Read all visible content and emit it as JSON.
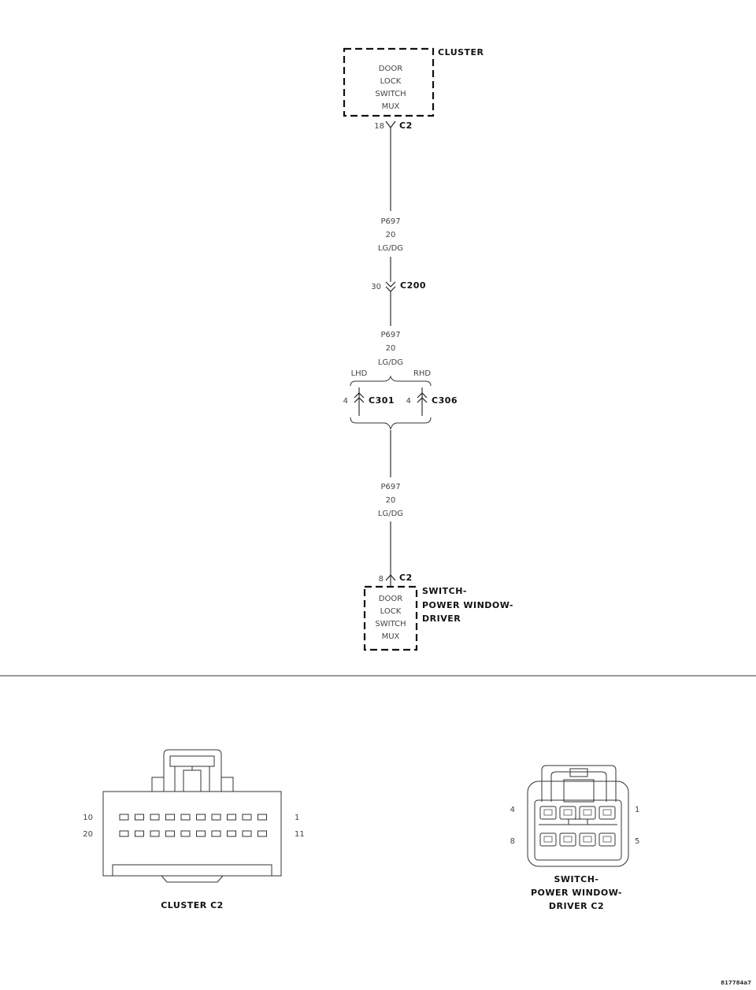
{
  "top_module": {
    "name": "CLUSTER",
    "lines": [
      "DOOR",
      "LOCK",
      "SWITCH",
      "MUX"
    ],
    "pin": "18",
    "connector": "C2"
  },
  "wire_labels": [
    {
      "circuit": "P697",
      "gauge": "20",
      "color": "LG/DG"
    },
    {
      "circuit": "P697",
      "gauge": "20",
      "color": "LG/DG"
    },
    {
      "circuit": "P697",
      "gauge": "20",
      "color": "LG/DG"
    }
  ],
  "inline_c200": {
    "pin": "30",
    "connector": "C200"
  },
  "branch": {
    "lhd": {
      "label": "LHD",
      "pin": "4",
      "connector": "C301"
    },
    "rhd": {
      "label": "RHD",
      "pin": "4",
      "connector": "C306"
    }
  },
  "bottom_module": {
    "name_lines": [
      "SWITCH-",
      "POWER WINDOW-",
      "DRIVER"
    ],
    "lines": [
      "DOOR",
      "LOCK",
      "SWITCH",
      "MUX"
    ],
    "pin": "8",
    "connector": "C2"
  },
  "connector_views": {
    "cluster": {
      "caption": "CLUSTER C2",
      "pin_top_left": "10",
      "pin_top_right": "1",
      "pin_bottom_left": "20",
      "pin_bottom_right": "11",
      "row_count": 2,
      "cavities_per_row": 10
    },
    "driver_switch": {
      "caption_lines": [
        "SWITCH-",
        "POWER WINDOW-",
        "DRIVER C2"
      ],
      "pin_top_left": "4",
      "pin_top_right": "1",
      "pin_bottom_left": "8",
      "pin_bottom_right": "5"
    }
  },
  "figure_id": "817784a7"
}
